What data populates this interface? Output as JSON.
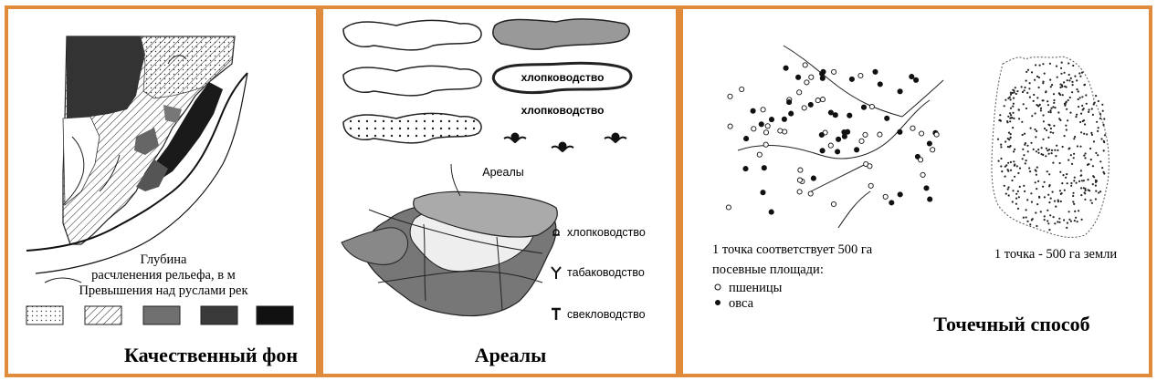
{
  "panel1": {
    "title": "Качественный фон",
    "legend_lines": [
      "Глубина",
      "расчленения рельефа, в м",
      "Превышения над руслами рек"
    ],
    "swatches": [
      "dots",
      "hatch",
      "#707070",
      "#3a3a3a",
      "#111111"
    ]
  },
  "panel2": {
    "title": "Ареалы",
    "label_cotton_1": "хлопководство",
    "label_cotton_2": "хлопководство",
    "areals_caption": "Ареалы",
    "legend": [
      {
        "icon": "cotton-icon",
        "text": "хлопководство"
      },
      {
        "icon": "tobacco-icon",
        "text": "табаководство"
      },
      {
        "icon": "beet-icon",
        "text": "свекловодство"
      }
    ]
  },
  "panel3": {
    "title": "Точечный способ",
    "left_caption": [
      "1 точка соответствует 500 га",
      "посевные площади:"
    ],
    "legend": [
      {
        "symbol": "○",
        "text": "пшеницы"
      },
      {
        "symbol": "●",
        "text": "овса"
      }
    ],
    "right_caption": "1 точка - 500 га земли"
  }
}
